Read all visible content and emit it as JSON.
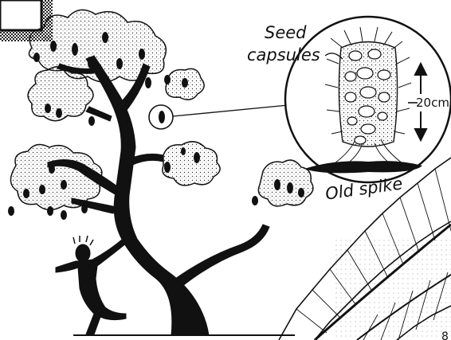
{
  "labels": {
    "seed_line1": "Seed",
    "seed_line2": "capsules",
    "size": "20cm",
    "old_spike": "Old spike",
    "corner_number": "8"
  }
}
